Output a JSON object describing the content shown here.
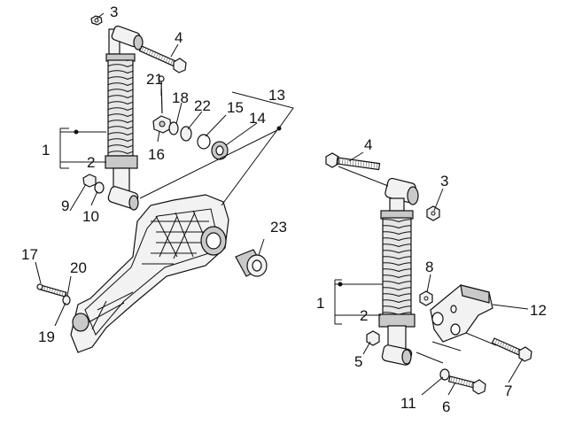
{
  "colors": {
    "background": "#ffffff",
    "ink": "#111111",
    "part_fill": "#f2f2f2",
    "part_shade": "#c9c9c9",
    "spring_fill": "#e6e6e6"
  },
  "labels": {
    "left": {
      "n1": "1",
      "n2": "2",
      "n3": "3",
      "n4": "4",
      "n9": "9",
      "n10": "10",
      "n13": "13",
      "n14": "14",
      "n15": "15",
      "n16": "16",
      "n17": "17",
      "n18": "18",
      "n19": "19",
      "n20": "20",
      "n21": "21",
      "n22": "22",
      "n23": "23"
    },
    "right": {
      "n1": "1",
      "n2": "2",
      "n3": "3",
      "n4": "4",
      "n5": "5",
      "n6": "6",
      "n7": "7",
      "n8": "8",
      "n11": "11",
      "n12": "12"
    }
  }
}
